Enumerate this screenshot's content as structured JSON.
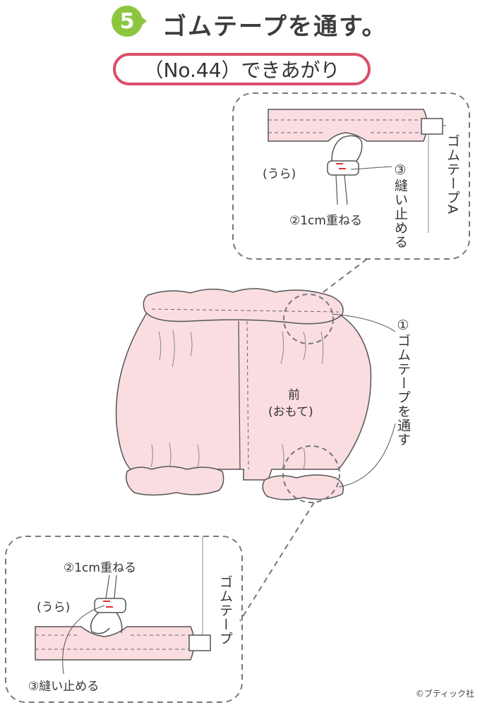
{
  "header": {
    "step_number": "5",
    "title": "ゴムテープを通す。",
    "subtitle": "（No.44）できあがり"
  },
  "labels": {
    "front": "前",
    "front_side": "(おもて)",
    "top_back_side": "(うら)",
    "top_overlap": "②1cm重ねる",
    "top_stitch": "③縫い止める",
    "top_elastic": "ゴムテープA",
    "thread_elastic": "①ゴムテープを通す",
    "bottom_overlap": "②1cm重ねる",
    "bottom_back_side": "(うら)",
    "bottom_stitch": "③縫い止める",
    "bottom_elastic": "ゴムテープ",
    "copyright": "©ブティック社"
  },
  "colors": {
    "accent_green": "#8cc63f",
    "accent_pink": "#d94f6b",
    "fabric": "#f9dde1",
    "line": "#555555",
    "stitch_red": "#e03030"
  }
}
